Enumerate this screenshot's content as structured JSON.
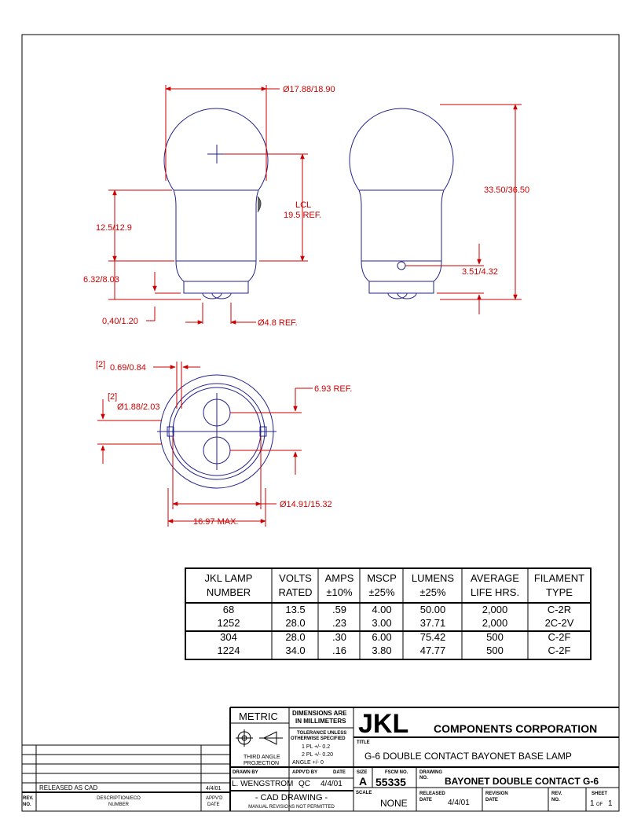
{
  "dimensions": {
    "bulb_diameter": "Ø17.88/18.90",
    "lcl_label": "LCL",
    "lcl_ref": "19.5 REF.",
    "overall_length": "33.50/36.50",
    "base_height": "12.5/12.9",
    "contact_height": "6.32/8.03",
    "contact_offset": "0,40/1.20",
    "contact_diameter": "Ø4.8 REF.",
    "pin_position": "3.51/4.32",
    "note_ref_1": "[2]",
    "pin_width": "0.69/0.84",
    "note_ref_2": "[2]",
    "pin_diameter": "Ø1.88/2.03",
    "pin_spacing": "6.93 REF.",
    "base_diameter": "Ø14.91/15.32",
    "max_width": "16.97 MAX."
  },
  "table": {
    "headers": [
      [
        "JKL LAMP",
        "NUMBER"
      ],
      [
        "VOLTS",
        "RATED"
      ],
      [
        "AMPS",
        "±10%"
      ],
      [
        "MSCP",
        "±25%"
      ],
      [
        "LUMENS",
        "±25%"
      ],
      [
        "AVERAGE",
        "LIFE HRS."
      ],
      [
        "FILAMENT",
        "TYPE"
      ]
    ],
    "rows": [
      [
        "68",
        "13.5",
        ".59",
        "4.00",
        "50.00",
        "2,000",
        "C-2R"
      ],
      [
        "1252",
        "28.0",
        ".23",
        "3.00",
        "37.71",
        "2,000",
        "2C-2V"
      ],
      [
        "304",
        "28.0",
        ".30",
        "6.00",
        "75.42",
        "500",
        "C-2F"
      ],
      [
        "1224",
        "34.0",
        ".16",
        "3.80",
        "47.77",
        "500",
        "C-2F"
      ]
    ]
  },
  "title_block": {
    "metric": "METRIC",
    "dims_line1": "DIMENSIONS ARE",
    "dims_line2": "IN MILLIMETERS",
    "tol_line1": "TOLERANCE UNLESS",
    "tol_line2": "OTHERWISE SPECIFIED",
    "tol_1pl": "1 PL +/-   0.2",
    "tol_2pl": "2 PL +/-   0.20",
    "tol_angle": "ANGLE +/-   0",
    "third_angle_1": "THIRD ANGLE",
    "third_angle_2": "PROJECTION",
    "company_logo": "JKL",
    "company_name": "COMPONENTS CORPORATION",
    "title_label": "TITLE",
    "title": "G-6 DOUBLE CONTACT BAYONET BASE LAMP",
    "drawn_by_label": "DRAWN BY",
    "drawn_by": "L. WENGSTROM",
    "appvd_by_label": "APPV'D BY",
    "appvd_by": "QC",
    "date_label": "DATE",
    "date": "4/4/01",
    "size_label": "SIZE",
    "size": "A",
    "fscm_label": "FSCM NO.",
    "fscm": "55335",
    "drawing_no_label_1": "DRAWING",
    "drawing_no_label_2": "NO.",
    "drawing_no": "BAYONET DOUBLE CONTACT G-6",
    "cad_drawing": "- CAD DRAWING -",
    "manual_revisions": "MANUAL REVISIONS NOT PERMITTED",
    "scale_label": "SCALE",
    "scale": "NONE",
    "released_label_1": "RELEASED",
    "released_label_2": "DATE",
    "released_date": "4/4/01",
    "revision_label_1": "REVISION",
    "revision_label_2": "DATE",
    "rev_no_label_1": "REV.",
    "rev_no_label_2": "NO.",
    "sheet_label": "SHEET",
    "sheet_num": "1",
    "sheet_of": "OF",
    "sheet_total": "1"
  },
  "revision_block": {
    "entry_desc": "RELEASED AS CAD",
    "entry_date": "4/4/01",
    "col_rev_1": "REV.",
    "col_rev_2": "NO.",
    "col_desc_1": "DESCRIPTION/ECO",
    "col_desc_2": "NUMBER",
    "col_appvd_1": "APPV'D",
    "col_appvd_2": "DATE"
  },
  "colors": {
    "outline": "#22228b",
    "dimension": "#cc0000",
    "border": "#000000"
  }
}
